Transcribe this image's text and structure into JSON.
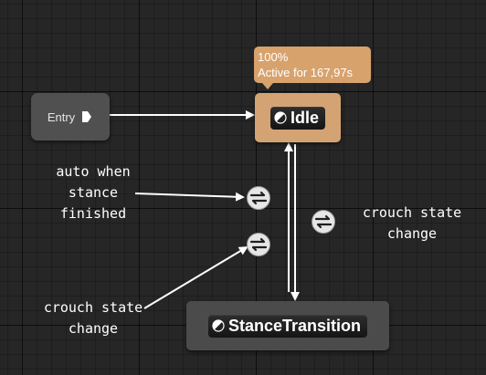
{
  "entry": {
    "label": "Entry"
  },
  "states": {
    "idle": {
      "label": "Idle"
    },
    "stance_transition": {
      "label": "StanceTransition"
    }
  },
  "tooltip": {
    "line1": "100%",
    "line2": "Active for 167,97s"
  },
  "annotations": {
    "auto": {
      "lines": [
        "auto when",
        "stance",
        "finished"
      ]
    },
    "crouch_left": {
      "lines": [
        "crouch state",
        "change"
      ]
    },
    "crouch_right": {
      "lines": [
        "crouch state",
        "change"
      ]
    }
  },
  "colors": {
    "active_state": "#d4a373",
    "tooltip": "#d8a26d",
    "inactive_state": "#4b4b4b",
    "entry_node": "#505050",
    "wire": "#ffffff",
    "background": "#262626"
  },
  "icons": {
    "entry": "entry-pin-icon",
    "state": "state-half-circle-icon",
    "transition": "transition-arrows-icon"
  }
}
